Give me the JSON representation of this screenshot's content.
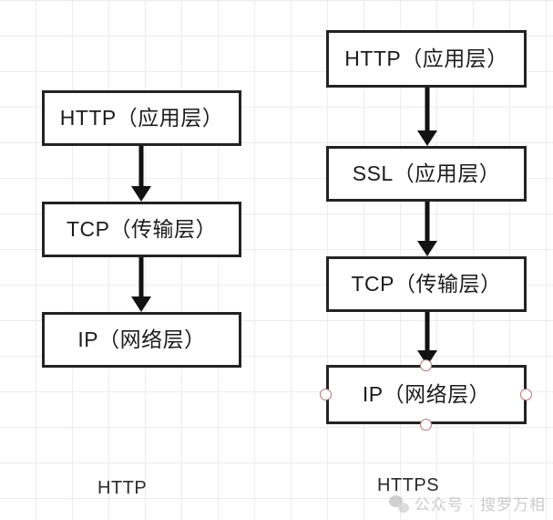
{
  "diagram": {
    "title_hidden": "",
    "background": {
      "grid_color": "#ececec",
      "page_color": "#ffffff"
    },
    "columns": [
      {
        "id": "http-stack",
        "caption": "HTTP",
        "boxes": [
          {
            "id": "http-app",
            "label": "HTTP（应用层）"
          },
          {
            "id": "tcp-transport",
            "label": "TCP（传输层）"
          },
          {
            "id": "ip-network",
            "label": "IP（网络层）"
          }
        ],
        "arrows": 2
      },
      {
        "id": "https-stack",
        "caption": "HTTPS",
        "boxes": [
          {
            "id": "http-app-2",
            "label": "HTTP（应用层）"
          },
          {
            "id": "ssl-app",
            "label": "SSL（应用层）"
          },
          {
            "id": "tcp-transport-2",
            "label": "TCP（传输层）"
          },
          {
            "id": "ip-network-2",
            "label": "IP（网络层）",
            "selected": true
          }
        ],
        "arrows": 3
      }
    ],
    "selection": {
      "handle_color": "#b2767c",
      "handle_fill": "#ffffff",
      "handles": [
        "top",
        "right",
        "bottom",
        "left"
      ]
    },
    "style": {
      "box_border_color": "#232323",
      "box_fill": "#ffffff",
      "arrow_color": "#121212",
      "text_color": "#1c1c1c"
    }
  },
  "watermark": {
    "icon": "wechat-icon",
    "text": "公众号 · 搜罗万相"
  }
}
